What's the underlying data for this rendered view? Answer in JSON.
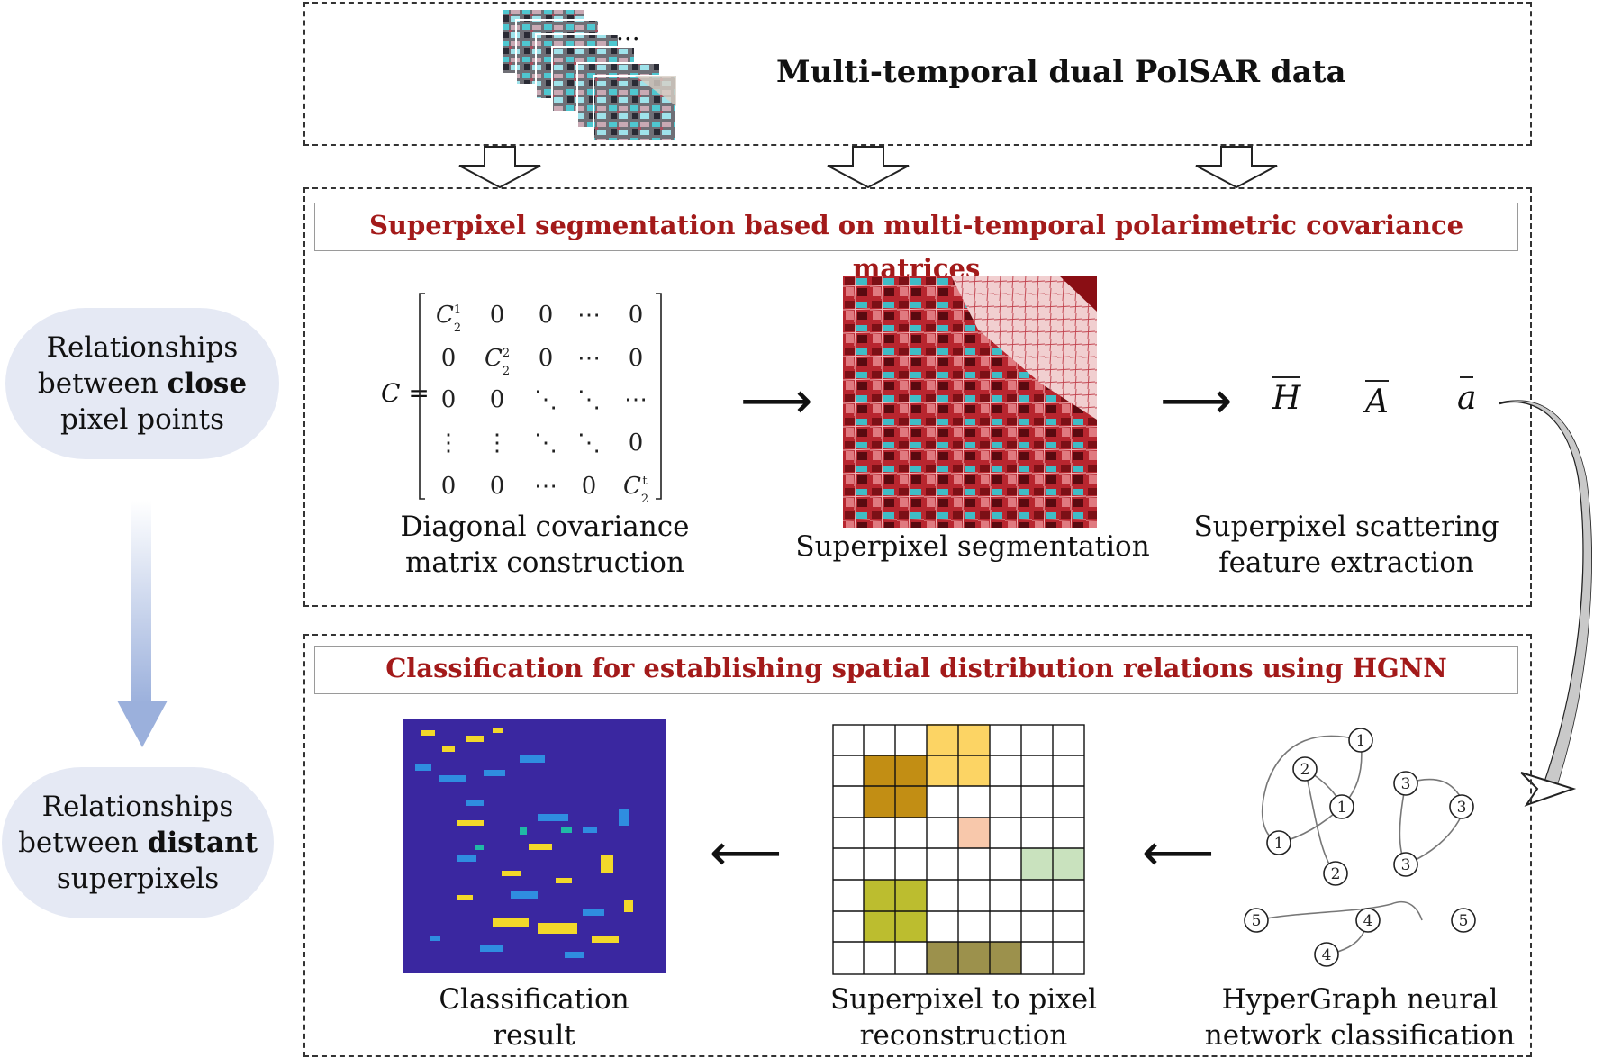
{
  "top": {
    "title": "Multi-temporal dual PolSAR data",
    "ellipsis": "..."
  },
  "stage1": {
    "banner": "Superpixel segmentation based on multi-temporal polarimetric covariance matrices",
    "matrix_label": "C =",
    "captions": {
      "matrix": [
        "Diagonal covariance",
        "matrix construction"
      ],
      "segmentation": "Superpixel segmentation",
      "features": [
        "Superpixel scattering",
        "feature extraction"
      ]
    },
    "features": [
      "H",
      "A",
      "a"
    ]
  },
  "stage2": {
    "banner": "Classification for establishing spatial distribution relations using HGNN",
    "captions": {
      "result": [
        "Classification",
        "result"
      ],
      "reconstruction": [
        "Superpixel to pixel",
        "reconstruction"
      ],
      "hypergraph": [
        "HyperGraph neural",
        "network classification"
      ]
    },
    "node_labels": [
      "1",
      "2",
      "1",
      "1",
      "2",
      "3",
      "3",
      "3",
      "5",
      "4",
      "4",
      "5"
    ]
  },
  "side": {
    "close": {
      "pre": "Relationships",
      "mid": "between ",
      "bold": "close",
      "post": "pixel points"
    },
    "distant": {
      "pre": "Relationships",
      "mid": "between ",
      "bold": "distant",
      "post": "superpixels"
    }
  },
  "arrows": {
    "right": "⟶",
    "left": "⟵"
  },
  "colors": {
    "banner_text": "#a31a1a",
    "pill_bg": "#e5e9f4",
    "class_bg": "#3a27a0"
  }
}
